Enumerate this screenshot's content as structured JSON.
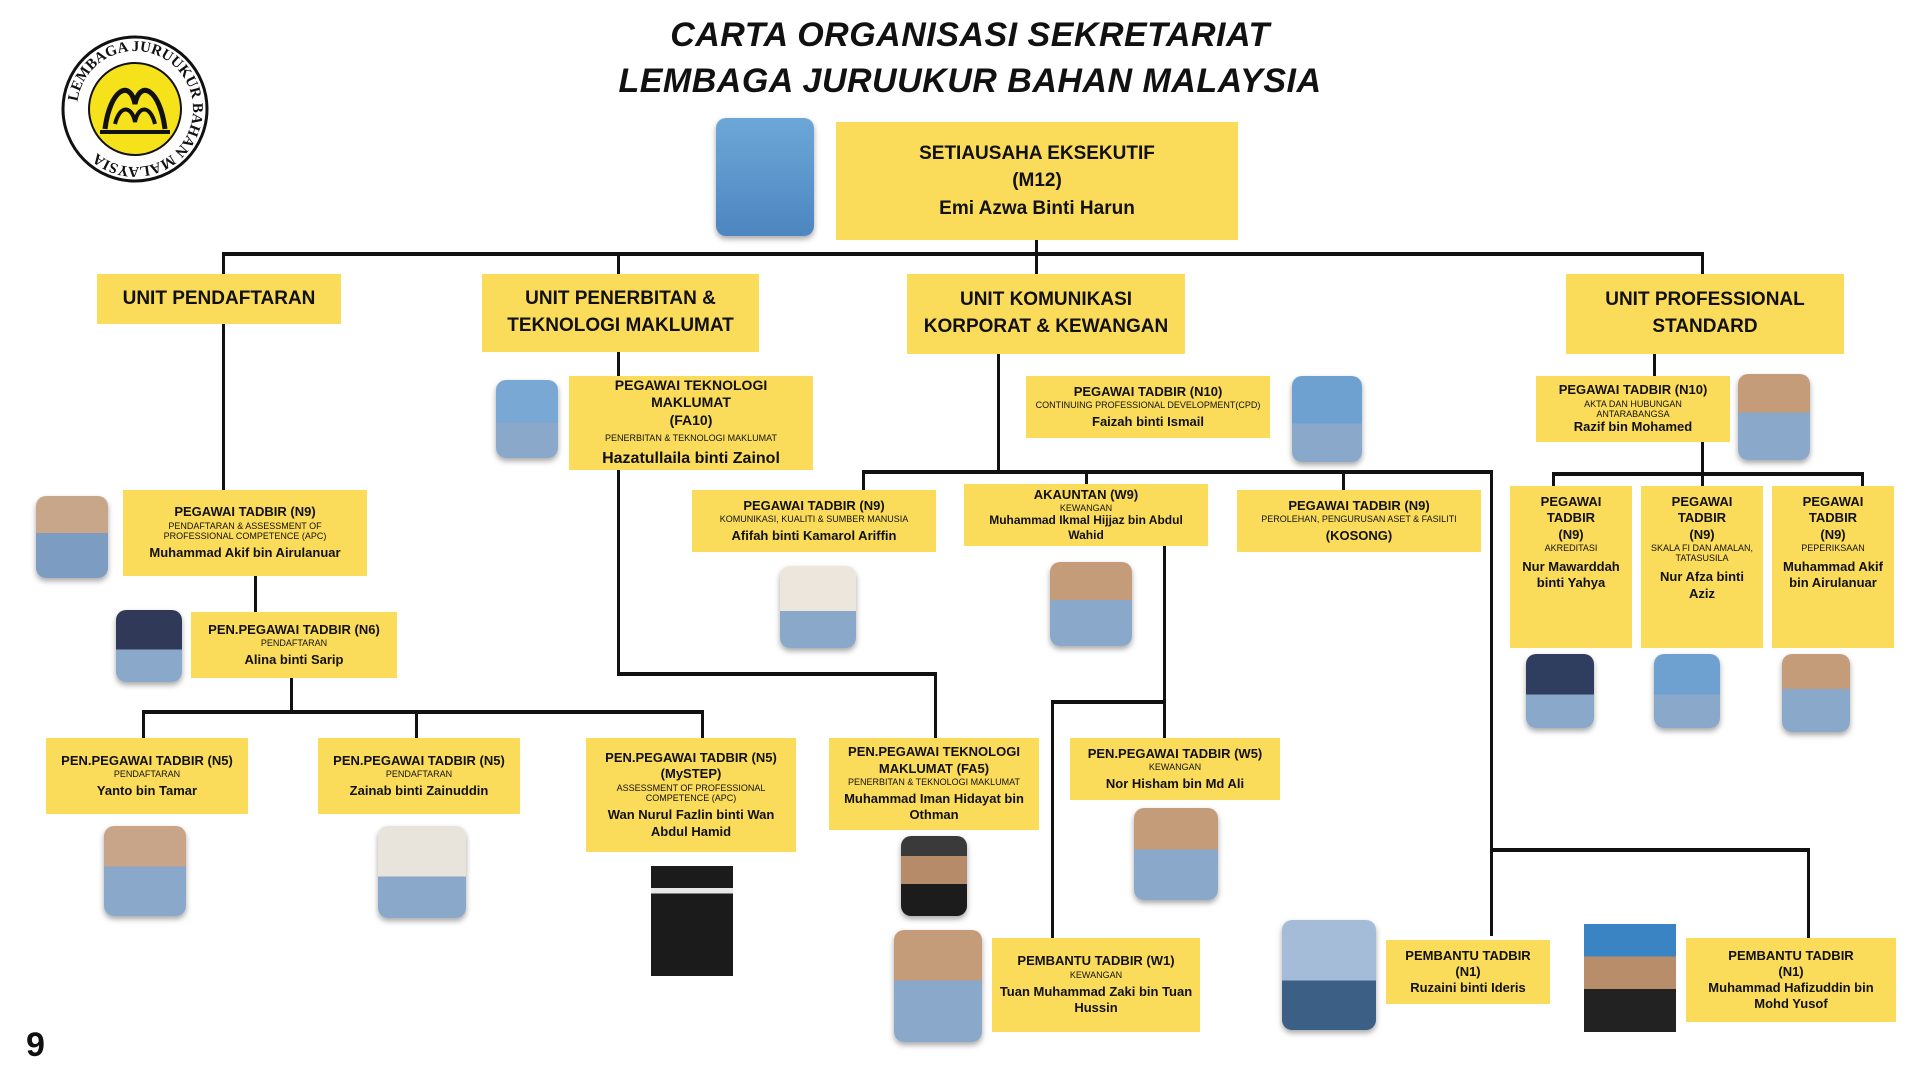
{
  "title": {
    "line1": "CARTA ORGANISASI SEKRETARIAT",
    "line2": "LEMBAGA JURUUKUR BAHAN MALAYSIA"
  },
  "logo": {
    "ring_text": "LEMBAGA JURUUKUR BAHAN MALAYSIA",
    "colors": {
      "ring": "#111111",
      "fill": "#f5e21b"
    }
  },
  "page_number": "9",
  "colors": {
    "box": "#fbdc5a",
    "line": "#111111"
  },
  "head": {
    "title": "SETIAUSAHA EKSEKUTIF",
    "grade": "(M12)",
    "name": "Emi Azwa Binti Harun"
  },
  "units": {
    "pendaftaran": {
      "line1": "UNIT PENDAFTARAN"
    },
    "penerbitan": {
      "line1": "UNIT PENERBITAN &",
      "line2": "TEKNOLOGI MAKLUMAT"
    },
    "komunikasi": {
      "line1": "UNIT KOMUNIKASI",
      "line2": "KORPORAT & KEWANGAN"
    },
    "professional": {
      "line1": "UNIT PROFESSIONAL",
      "line2": "STANDARD"
    }
  },
  "staff": {
    "akif_n9": {
      "title": "PEGAWAI TADBIR (N9)",
      "sub": "PENDAFTARAN & ASSESSMENT OF PROFESSIONAL COMPETENCE (APC)",
      "name": "Muhammad Akif bin Airulanuar"
    },
    "alina_n6": {
      "title": "PEN.PEGAWAI TADBIR (N6)",
      "sub": "PENDAFTARAN",
      "name": "Alina binti Sarip"
    },
    "yanto_n5": {
      "title": "PEN.PEGAWAI TADBIR (N5)",
      "sub": "PENDAFTARAN",
      "name": "Yanto  bin Tamar"
    },
    "zainab_n5": {
      "title": "PEN.PEGAWAI TADBIR (N5)",
      "sub": "PENDAFTARAN",
      "name": "Zainab binti Zainuddin"
    },
    "wan_n5": {
      "title": "PEN.PEGAWAI TADBIR (N5)",
      "title2": "(MySTEP)",
      "sub": "ASSESSMENT OF PROFESSIONAL COMPETENCE (APC)",
      "name": "Wan Nurul Fazlin binti Wan Abdul Hamid"
    },
    "hazatul_fa10": {
      "title": "PEGAWAI TEKNOLOGI MAKLUMAT",
      "title2": "(FA10)",
      "sub": "PENERBITAN & TEKNOLOGI MAKLUMAT",
      "name": "Hazatullaila binti Zainol"
    },
    "iman_fa5": {
      "title": "PEN.PEGAWAI TEKNOLOGI",
      "title2": "MAKLUMAT (FA5)",
      "sub": "PENERBITAN & TEKNOLOGI MAKLUMAT",
      "name": "Muhammad Iman Hidayat bin Othman"
    },
    "faizah_n10": {
      "title": "PEGAWAI TADBIR (N10)",
      "sub": "CONTINUING PROFESSIONAL DEVELOPMENT(CPD)",
      "name": "Faizah binti Ismail"
    },
    "afifah_n9": {
      "title": "PEGAWAI TADBIR (N9)",
      "sub": "KOMUNIKASI, KUALITI & SUMBER MANUSIA",
      "name": "Afifah binti Kamarol Ariffin"
    },
    "ikmal_w9": {
      "title": "AKAUNTAN (W9)",
      "sub": "KEWANGAN",
      "name": "Muhammad Ikmal Hijjaz bin Abdul Wahid"
    },
    "kosong_n9": {
      "title": "PEGAWAI TADBIR (N9)",
      "sub": "PEROLEHAN, PENGURUSAN ASET & FASILITI",
      "name": "(KOSONG)"
    },
    "hisham_w5": {
      "title": "PEN.PEGAWAI TADBIR (W5)",
      "sub": "KEWANGAN",
      "name": "Nor Hisham bin Md Ali"
    },
    "zaki_w1": {
      "title": "PEMBANTU TADBIR (W1)",
      "sub": "KEWANGAN",
      "name": "Tuan Muhammad Zaki bin Tuan Hussin"
    },
    "ruzaini_n1": {
      "title": "PEMBANTU TADBIR",
      "title2": "(N1)",
      "name": "Ruzaini binti Ideris"
    },
    "hafizuddin_n1": {
      "title": "PEMBANTU TADBIR",
      "title2": "(N1)",
      "name": "Muhammad Hafizuddin bin Mohd Yusof"
    },
    "razif_n10": {
      "title": "PEGAWAI TADBIR (N10)",
      "sub": "AKTA DAN HUBUNGAN ANTARABANGSA",
      "name": "Razif bin Mohamed"
    },
    "mawarddah_n9": {
      "title": "PEGAWAI TADBIR",
      "title2": "(N9)",
      "sub": "AKREDITASI",
      "name": "Nur Mawarddah binti Yahya"
    },
    "afza_n9": {
      "title": "PEGAWAI TADBIR",
      "title2": "(N9)",
      "sub": "SKALA FI DAN AMALAN, TATASUSILA",
      "name": "Nur Afza binti Aziz"
    },
    "akif2_n9": {
      "title": "PEGAWAI TADBIR",
      "title2": "(N9)",
      "sub": "PEPERIKSAAN",
      "name": "Muhammad Akif bin Airulanuar"
    }
  }
}
